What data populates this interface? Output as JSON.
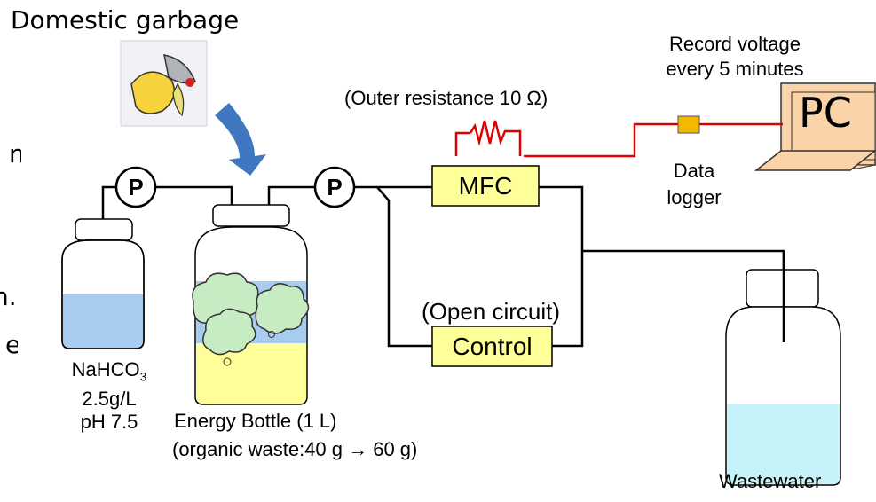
{
  "title": "Domestic garbage",
  "labels": {
    "record_line1": "Record voltage",
    "record_line2": "every 5 minutes",
    "outer_resistance": "(Outer resistance 10 Ω)",
    "pc": "PC",
    "pump1": "P",
    "pump2": "P",
    "mfc": "MFC",
    "data_logger_line1": "Data",
    "data_logger_line2": "logger",
    "open_circuit": "(Open circuit)",
    "control": "Control",
    "nahco3_formula": "NaHCO",
    "nahco3_sub": "3",
    "nahco3_conc": "2.5g/L",
    "nahco3_ph": "pH 7.5",
    "energy_bottle": "Energy Bottle (1 L)",
    "organic_waste": "(organic waste:40 g → 60 g)",
    "wastewater": "Wastewater",
    "edge_1": "n",
    "edge_2": "n.",
    "edge_3": "e"
  },
  "colors": {
    "box_fill": "#ffff99",
    "wire_red": "#e00000",
    "logger_fill": "#f5b800",
    "laptop_fill": "#fbd3a8",
    "liquid_blue": "#a8ccf0",
    "liquid_cyan": "#c6f2fa",
    "liquid_yellow": "#ffff99",
    "arrow_blue": "#3f78c0",
    "foam_green": "#c7ecc4"
  }
}
